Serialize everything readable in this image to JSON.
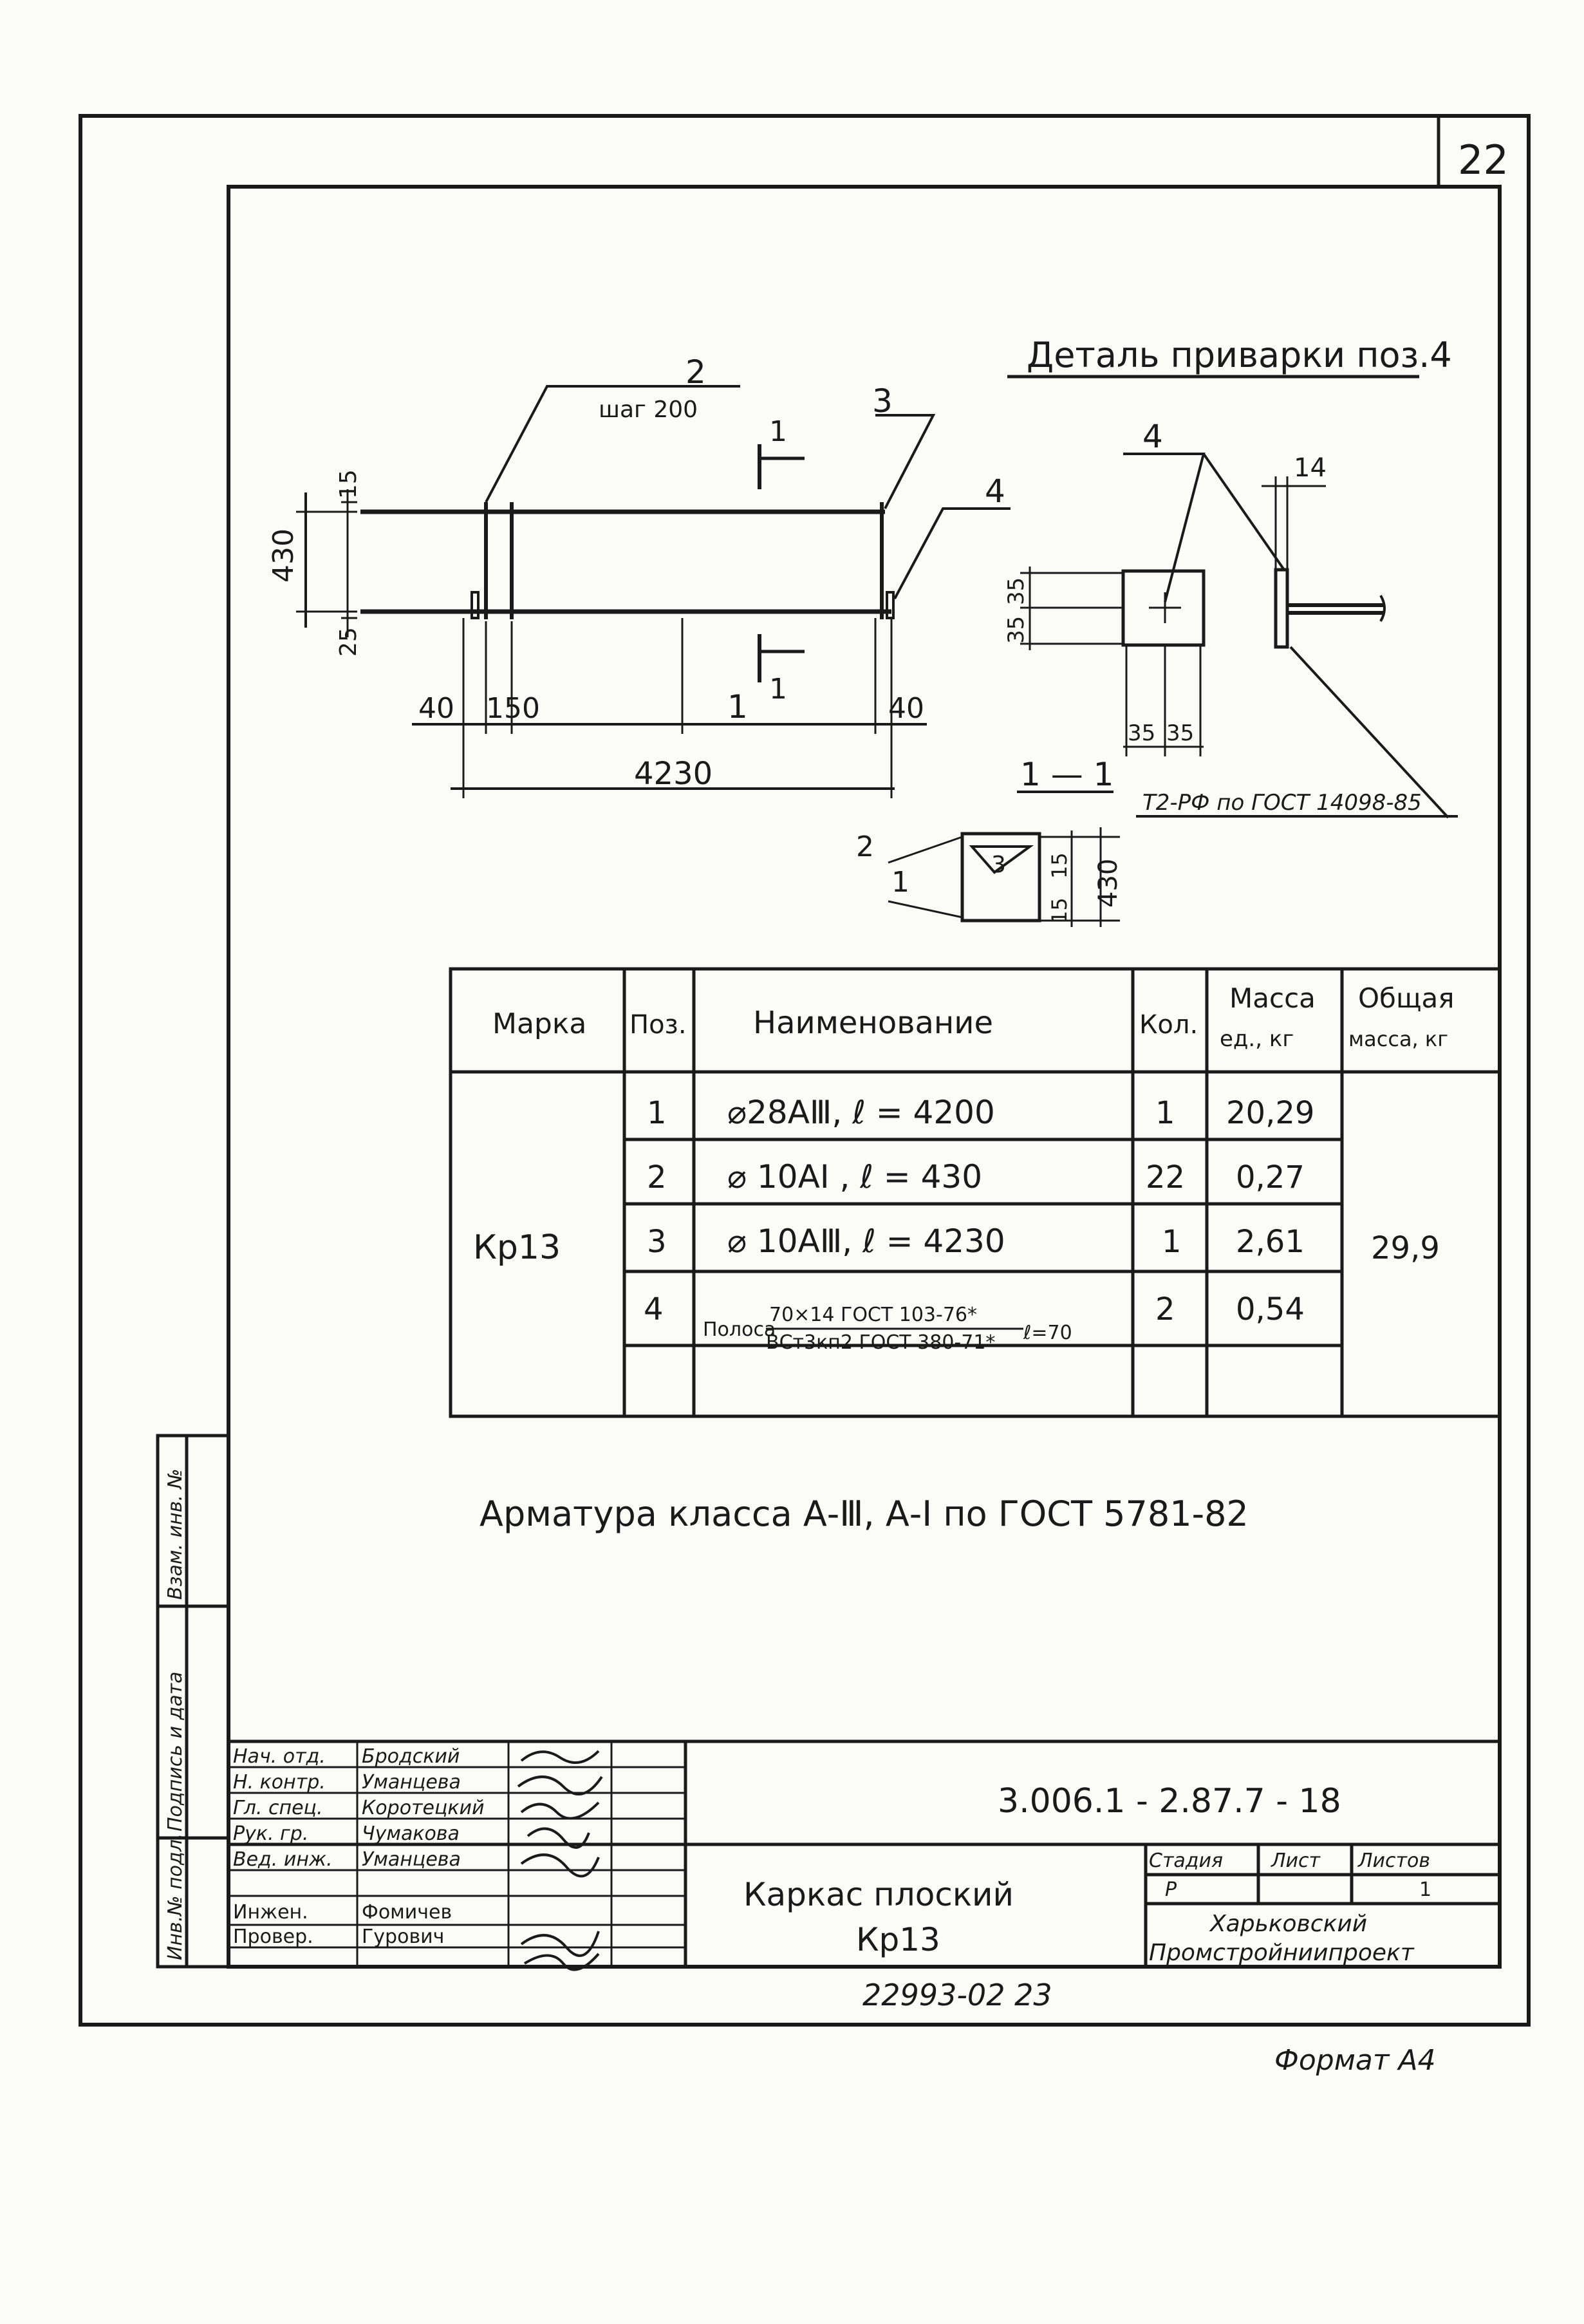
{
  "sheet_number": "22",
  "detail_title": "Деталь приварки поз.4",
  "main_view": {
    "pos2_label": "2",
    "pos2_step": "шаг 200",
    "pos3_label": "3",
    "pos4_label": "4",
    "pos1_label": "1",
    "section_mark": "1",
    "dim_430": "430",
    "dim_15": "15",
    "dim_25": "25",
    "dim_40_left": "40",
    "dim_150": "150",
    "dim_40_right": "40",
    "dim_4230": "4230"
  },
  "detail_view": {
    "pos4_label": "4",
    "dim_14": "14",
    "dim_35a": "35",
    "dim_35b": "35",
    "dim_35c": "35",
    "dim_35d": "35",
    "weld_note": "Т2-РФ по ГОСТ 14098-85"
  },
  "section_view": {
    "title": "1 — 1",
    "pos2": "2",
    "pos1": "1",
    "pos3": "3",
    "dim_15a": "15",
    "dim_15b": "15",
    "dim_430": "430"
  },
  "spec_table": {
    "headers": {
      "mark": "Марка",
      "pos": "Поз.",
      "name": "Наименование",
      "qty": "Кол.",
      "unit_mass_1": "Масса",
      "unit_mass_2": "ед., кг",
      "total_1": "Общая",
      "total_2": "масса, кг"
    },
    "mark": "Кр13",
    "total_mass": "29,9",
    "rows": [
      {
        "pos": "1",
        "name": "⌀28АⅢ,  ℓ = 4200",
        "qty": "1",
        "mass": "20,29"
      },
      {
        "pos": "2",
        "name": "⌀ 10АI ,  ℓ = 430",
        "qty": "22",
        "mass": "0,27"
      },
      {
        "pos": "3",
        "name": "⌀ 10АⅢ,  ℓ = 4230",
        "qty": "1",
        "mass": "2,61"
      },
      {
        "pos": "4",
        "name_prefix": "Полоса",
        "name_top": "70×14 ГОСТ 103-76*",
        "name_bottom": "ВСт3кп2 ГОСТ 380-71*",
        "name_suffix": "ℓ=70",
        "qty": "2",
        "mass": "0,54"
      }
    ]
  },
  "note": "Арматура класса А-Ⅲ, А-I по ГОСТ 5781-82",
  "side_stamp": {
    "cell1": "Взам. инв. №",
    "cell2": "Подпись и дата",
    "cell3": "Инв.№ подл."
  },
  "title_block": {
    "code": "3.006.1 - 2.87.7 - 18",
    "title_1": "Каркас плоский",
    "title_2": "Кр13",
    "stage_header": "Стадия",
    "sheet_header": "Лист",
    "sheets_header": "Листов",
    "stage": "Р",
    "sheets": "1",
    "org_1": "Харьковский",
    "org_2": "Промстройниипроект",
    "people": [
      {
        "role": "Нач. отд.",
        "name": "Бродский"
      },
      {
        "role": "Н. контр.",
        "name": "Уманцева"
      },
      {
        "role": "Гл. спец.",
        "name": "Коротецкий"
      },
      {
        "role": "Рук. гр.",
        "name": "Чумакова"
      },
      {
        "role": "Вед. инж.",
        "name": "Уманцева"
      },
      {
        "role": "",
        "name": ""
      },
      {
        "role": "Инжен.",
        "name": "Фомичев"
      },
      {
        "role": "Провер.",
        "name": "Гурович"
      }
    ]
  },
  "bottom_number": "22993-02   23",
  "format": "Формат А4"
}
